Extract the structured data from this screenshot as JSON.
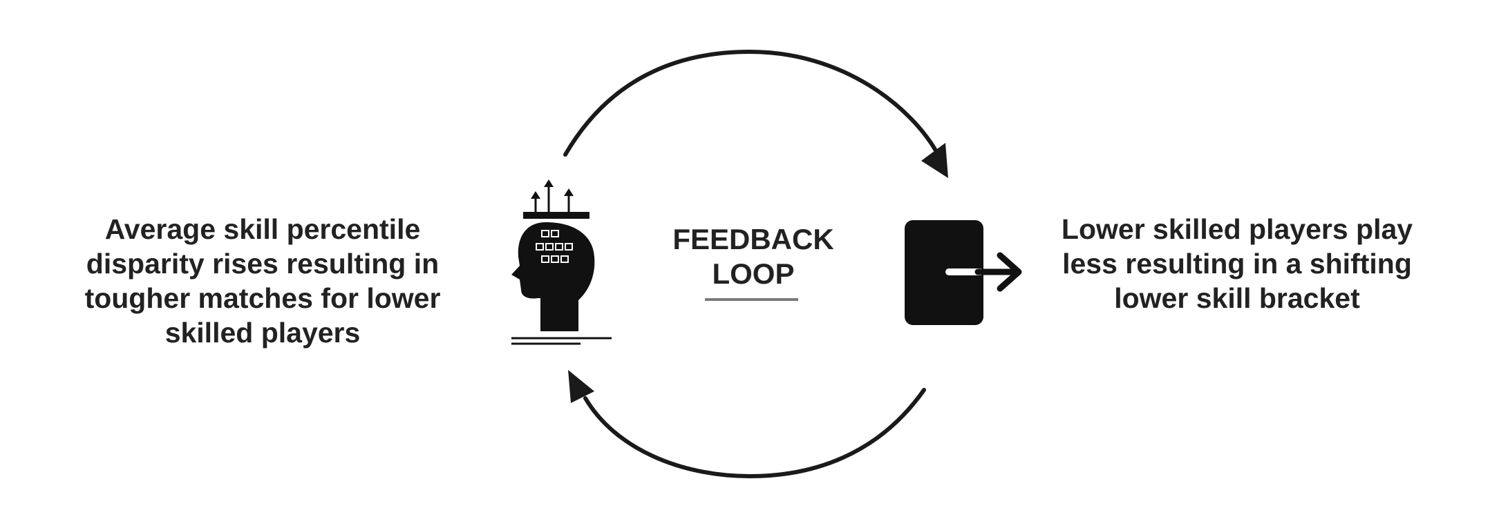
{
  "diagram": {
    "left_text": "Average skill percentile\ndisparity rises resulting in\ntougher matches for lower\nskilled players",
    "right_text": "Lower skilled players play\nless resulting in a shifting\nlower skill bracket",
    "center_label_line1": "FEEDBACK",
    "center_label_line2": "LOOP",
    "colors": {
      "ink": "#1a1a1a",
      "text": "#222222",
      "underline": "#7a7a7a",
      "background": "#ffffff"
    },
    "icons": [
      "head-with-arrows-icon",
      "exit-door-icon"
    ]
  }
}
